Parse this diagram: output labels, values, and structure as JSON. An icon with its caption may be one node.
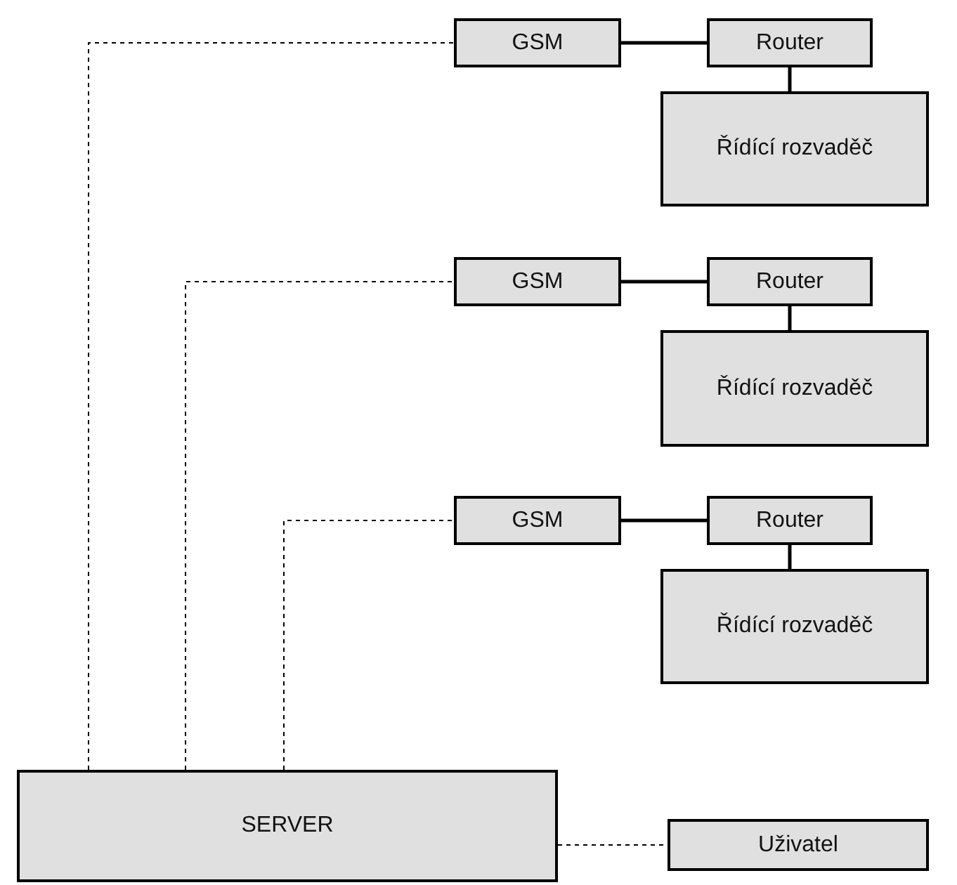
{
  "diagram": {
    "nodes": [
      {
        "text": [
          "GSM"
        ]
      },
      {
        "text": [
          "Router"
        ]
      },
      {
        "text": [
          "Řídící rozvaděč"
        ]
      },
      {
        "text": [
          "GSM"
        ]
      },
      {
        "text": [
          "Router"
        ]
      },
      {
        "text": [
          "Řídící rozvaděč"
        ]
      },
      {
        "text": [
          "GSM"
        ]
      },
      {
        "text": [
          "Router"
        ]
      },
      {
        "text": [
          "Řídící rozvaděč"
        ]
      },
      {
        "text": [
          "SERVER"
        ]
      },
      {
        "text": [
          "Uživatel"
        ]
      }
    ],
    "edges": [
      {
        "from": 0,
        "to": 1,
        "arrow": "none"
      },
      {
        "from": 1,
        "to": 2,
        "arrow": "none"
      },
      {
        "from": 3,
        "to": 4,
        "arrow": "none"
      },
      {
        "from": 4,
        "to": 5,
        "arrow": "none"
      },
      {
        "from": 6,
        "to": 7,
        "arrow": "none"
      },
      {
        "from": 7,
        "to": 8,
        "arrow": "none"
      },
      {
        "from": 9,
        "to": 0,
        "arrow": "none",
        "style": "dashed"
      },
      {
        "from": 9,
        "to": 3,
        "arrow": "none",
        "style": "dashed"
      },
      {
        "from": 9,
        "to": 6,
        "arrow": "none",
        "style": "dashed"
      },
      {
        "from": 9,
        "to": 10,
        "arrow": "none",
        "style": "dashed"
      }
    ]
  }
}
